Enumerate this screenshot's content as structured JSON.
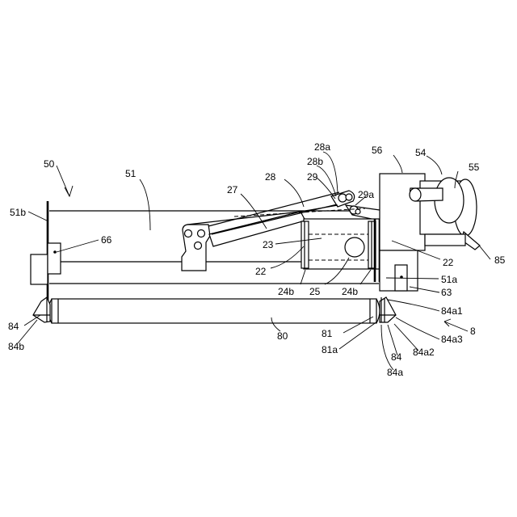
{
  "labels": {
    "l50": "50",
    "l51": "51",
    "l51b": "51b",
    "l66": "66",
    "l84_left": "84",
    "l84b": "84b",
    "l80": "80",
    "l27": "27",
    "l28": "28",
    "l28a": "28a",
    "l28b": "28b",
    "l29": "29",
    "l29a": "29a",
    "l23": "23",
    "l22_left": "22",
    "l22_right": "22",
    "l24b_left": "24b",
    "l24b_right": "24b",
    "l25": "25",
    "l56": "56",
    "l54": "54",
    "l55": "55",
    "l85": "85",
    "l51a": "51a",
    "l63": "63",
    "l84a1": "84a1",
    "l8": "8",
    "l84a3": "84a3",
    "l84a2": "84a2",
    "l81": "81",
    "l81a": "81a",
    "l84_right": "84",
    "l84a": "84a"
  }
}
